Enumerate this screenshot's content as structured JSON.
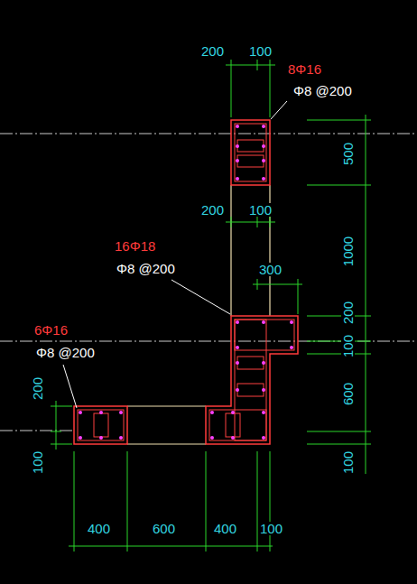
{
  "diagram": {
    "labels": [
      "200",
      "100",
      "8Φ16",
      "Φ8 @200",
      "500",
      "200",
      "100",
      "16Φ18",
      "Φ8 @200",
      "300",
      "1000",
      "200",
      "100",
      "600",
      "100",
      "6Φ16",
      "Φ8 @200",
      "200",
      "100",
      "400",
      "600",
      "400",
      "100"
    ]
  }
}
